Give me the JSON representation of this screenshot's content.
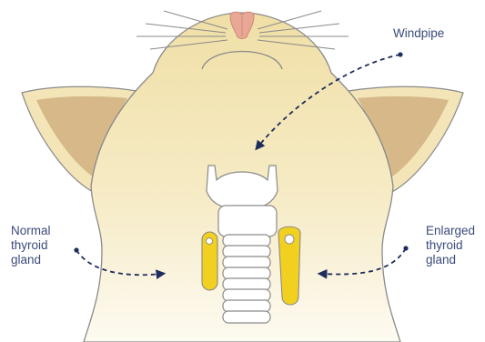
{
  "labels": {
    "windpipe": "Windpipe",
    "normal": [
      "Normal",
      "thyroid",
      "gland"
    ],
    "enlarged": [
      "Enlarged",
      "thyroid",
      "gland"
    ]
  },
  "colors": {
    "fur_top": "#f0dfa6",
    "fur_bottom": "#fdfaf1",
    "outline": "#8a8a8a",
    "ear_inner": "#d6b889",
    "nose": "#e9a896",
    "thyroid": "#f2d020",
    "arrow": "#1f2d5c",
    "label_text": "#3a4a7a"
  }
}
